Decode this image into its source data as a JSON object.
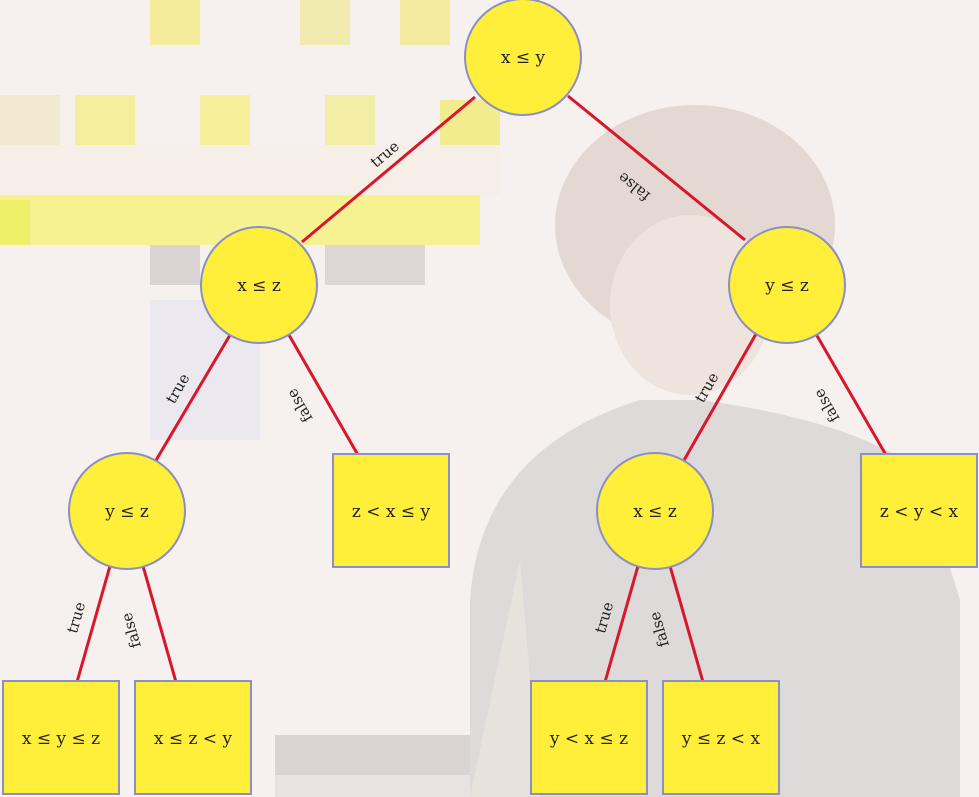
{
  "diagram": {
    "colors": {
      "node_fill": "#ffee3a",
      "node_stroke": "#8a8fc4",
      "edge": "#d9162c"
    },
    "decision_nodes": [
      {
        "id": "n1",
        "label": "x ≤ y"
      },
      {
        "id": "n2",
        "label": "x ≤ z"
      },
      {
        "id": "n3",
        "label": "y ≤ z"
      },
      {
        "id": "n4",
        "label": "y ≤ z"
      },
      {
        "id": "n5",
        "label": "x ≤ z"
      }
    ],
    "leaves": [
      {
        "id": "l1",
        "label": "z < x ≤ y"
      },
      {
        "id": "l2",
        "label": "z < y < x"
      },
      {
        "id": "l3",
        "label": "x ≤ y ≤ z"
      },
      {
        "id": "l4",
        "label": "x ≤ z < y"
      },
      {
        "id": "l5",
        "label": "y < x ≤ z"
      },
      {
        "id": "l6",
        "label": "y ≤ z < x"
      }
    ],
    "edges": [
      {
        "from": "n1",
        "to": "n2",
        "label": "true"
      },
      {
        "from": "n1",
        "to": "n3",
        "label": "false"
      },
      {
        "from": "n2",
        "to": "n4",
        "label": "true"
      },
      {
        "from": "n2",
        "to": "l1",
        "label": "false"
      },
      {
        "from": "n3",
        "to": "n5",
        "label": "true"
      },
      {
        "from": "n3",
        "to": "l2",
        "label": "false"
      },
      {
        "from": "n4",
        "to": "l3",
        "label": "true"
      },
      {
        "from": "n4",
        "to": "l4",
        "label": "false"
      },
      {
        "from": "n5",
        "to": "l5",
        "label": "true"
      },
      {
        "from": "n5",
        "to": "l6",
        "label": "false"
      }
    ]
  }
}
